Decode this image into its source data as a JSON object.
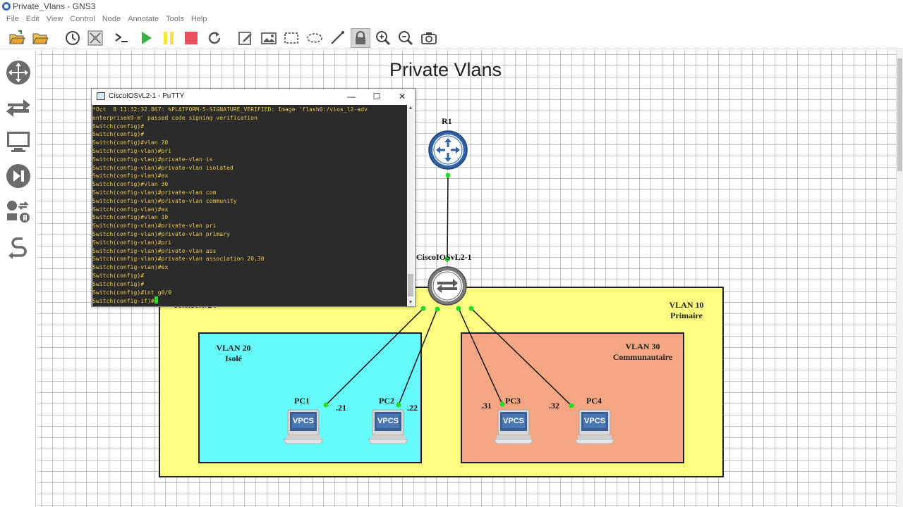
{
  "window": {
    "title": "Private_Vlans - GNS3"
  },
  "menu": [
    "File",
    "Edit",
    "View",
    "Control",
    "Node",
    "Annotate",
    "Tools",
    "Help"
  ],
  "toolbar": [
    {
      "name": "open-project-icon"
    },
    {
      "name": "open-folder-icon"
    },
    {
      "name": "snapshot-clock-icon"
    },
    {
      "name": "show-interface-labels-icon"
    },
    {
      "name": "console-all-icon"
    },
    {
      "name": "start-all-icon"
    },
    {
      "name": "suspend-all-icon"
    },
    {
      "name": "stop-all-icon"
    },
    {
      "name": "reload-all-icon"
    },
    {
      "name": "add-note-icon"
    },
    {
      "name": "insert-image-icon"
    },
    {
      "name": "draw-rectangle-icon"
    },
    {
      "name": "draw-ellipse-icon"
    },
    {
      "name": "draw-line-icon"
    },
    {
      "name": "lock-icon"
    },
    {
      "name": "zoom-in-icon"
    },
    {
      "name": "zoom-out-icon"
    },
    {
      "name": "screenshot-icon"
    }
  ],
  "dock": [
    "browse-routers-icon",
    "browse-switches-icon",
    "browse-end-devices-icon",
    "browse-security-devices-icon",
    "browse-all-devices-icon",
    "add-link-icon"
  ],
  "diagram": {
    "title": "Private Vlans",
    "zones": {
      "vlan10": {
        "line1": "VLAN 10",
        "line2": "Primaire",
        "subnet": "10.0.10.0/24"
      },
      "vlan20": {
        "line1": "VLAN 20",
        "line2": "Isolé"
      },
      "vlan30": {
        "line1": "VLAN 30",
        "line2": "Communautaire"
      }
    },
    "nodes": {
      "router": "R1",
      "switch": "CiscoIOSvL2-1",
      "pc1": {
        "name": "PC1",
        "ip": ".21",
        "badge": "VPCS"
      },
      "pc2": {
        "name": "PC2",
        "ip": ".22",
        "badge": "VPCS"
      },
      "pc3": {
        "name": "PC3",
        "ip": ".31",
        "badge": "VPCS"
      },
      "pc4": {
        "name": "PC4",
        "ip": ".32",
        "badge": "VPCS"
      }
    }
  },
  "colors": {
    "vlan10": "#fdfd80",
    "vlan20": "#66fbfb",
    "vlan30": "#f4a582",
    "link_up": "#22dd22",
    "terminal_text": "#e8c84a",
    "terminal_bg": "#2b2b2b"
  },
  "putty": {
    "title": "CiscoIOSvL2-1 - PuTTY",
    "lines": [
      "*Oct  8 11:32:32.867: %PLATFORM-5-SIGNATURE_VERIFIED: Image 'flash0:/vios_l2-adv",
      "enterprisek9-m' passed code signing verification",
      "Switch(config)#",
      "Switch(config)#",
      "Switch(config)#vlan 20",
      "Switch(config-vlan)#pri",
      "Switch(config-vlan)#private-vlan is",
      "Switch(config-vlan)#private-vlan isolated",
      "Switch(config-vlan)#ex",
      "Switch(config)#vlan 30",
      "Switch(config-vlan)#private-vlan com",
      "Switch(config-vlan)#private-vlan community",
      "Switch(config-vlan)#ex",
      "Switch(config)#vlan 10",
      "Switch(config-vlan)#private-vlan pri",
      "Switch(config-vlan)#private-vlan primary",
      "Switch(config-vlan)#pri",
      "Switch(config-vlan)#private-vlan ass",
      "Switch(config-vlan)#private-vlan association 20,30",
      "Switch(config-vlan)#ex",
      "Switch(config)#",
      "Switch(config)#",
      "Switch(config)#int g0/0",
      "Switch(config-if)#"
    ]
  }
}
